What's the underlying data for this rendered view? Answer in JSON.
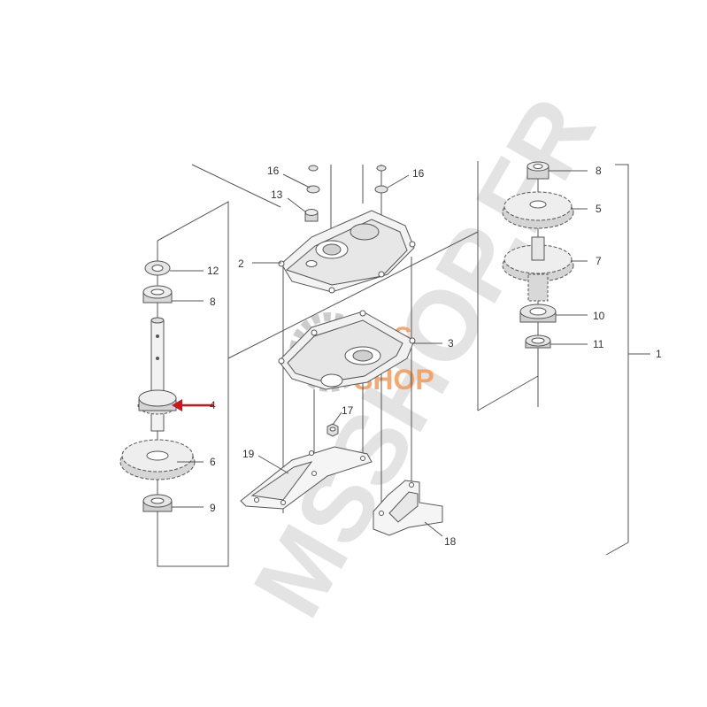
{
  "diagram": {
    "part_numbers": {
      "p1": "1",
      "p2": "2",
      "p3": "3",
      "p4": "4",
      "p5": "5",
      "p6": "6",
      "p7": "7",
      "p8_left": "8",
      "p8_right": "8",
      "p9": "9",
      "p10": "10",
      "p11": "11",
      "p12": "12",
      "p13": "13",
      "p16_left": "16",
      "p16_right": "16",
      "p17": "17",
      "p18": "18",
      "p19": "19"
    },
    "watermark": {
      "main": "MSSHOP.FR",
      "logo_line1": "MS",
      "logo_line2": "SHOP"
    },
    "colors": {
      "line": "#555555",
      "arrow": "#d0121b",
      "watermark": "#dadada",
      "logo": "#f39a5a",
      "logo_gear": "#b8b8b8"
    }
  }
}
